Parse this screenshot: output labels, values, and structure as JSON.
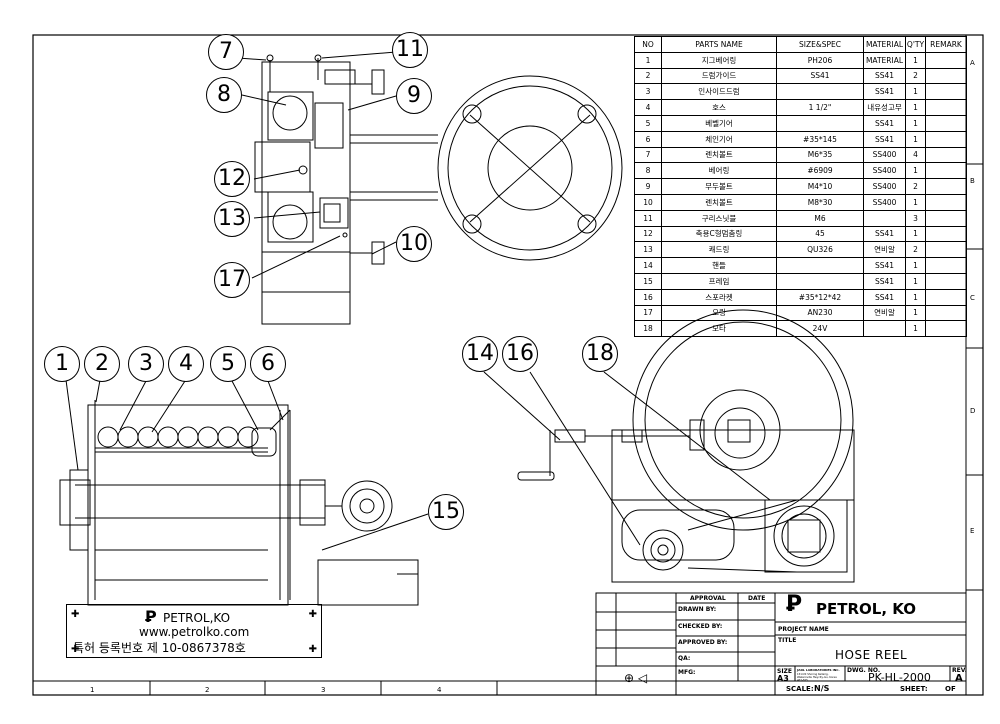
{
  "bom": {
    "headers": [
      "NO",
      "PARTS NAME",
      "SIZE&SPEC",
      "MATERIAL",
      "Q'TY",
      "REMARK"
    ],
    "rows": [
      [
        "1",
        "지그베어링",
        "PH206",
        "MATERIAL",
        "1",
        ""
      ],
      [
        "2",
        "드럼가이드",
        "SS41",
        "SS41",
        "2",
        ""
      ],
      [
        "3",
        "인사이드드럼",
        "",
        "SS41",
        "1",
        ""
      ],
      [
        "4",
        "호스",
        "1 1/2\"",
        "내유성고무",
        "1",
        ""
      ],
      [
        "5",
        "베벨기어",
        "",
        "SS41",
        "1",
        ""
      ],
      [
        "6",
        "체인기어",
        "#35*145",
        "SS41",
        "1",
        ""
      ],
      [
        "7",
        "렌치볼트",
        "M6*35",
        "SS400",
        "4",
        ""
      ],
      [
        "8",
        "베어링",
        "#6909",
        "SS400",
        "1",
        ""
      ],
      [
        "9",
        "무두볼트",
        "M4*10",
        "SS400",
        "2",
        ""
      ],
      [
        "10",
        "렌치볼트",
        "M8*30",
        "SS400",
        "1",
        ""
      ],
      [
        "11",
        "구리스닛블",
        "M6",
        "",
        "3",
        ""
      ],
      [
        "12",
        "축용C형멈춤링",
        "45",
        "SS41",
        "1",
        ""
      ],
      [
        "13",
        "쾌드링",
        "QU326",
        "연비알",
        "2",
        ""
      ],
      [
        "14",
        "핸들",
        "",
        "SS41",
        "1",
        ""
      ],
      [
        "15",
        "프레임",
        "",
        "SS41",
        "1",
        ""
      ],
      [
        "16",
        "스포라켓",
        "#35*12*42",
        "SS41",
        "1",
        ""
      ],
      [
        "17",
        "오링",
        "AN230",
        "연비알",
        "1",
        ""
      ],
      [
        "18",
        "모타",
        "24V",
        "",
        "1",
        ""
      ]
    ]
  },
  "zones": {
    "right": [
      "A",
      "B",
      "C",
      "D",
      "E"
    ],
    "bottom": [
      "1",
      "2",
      "3",
      "4"
    ]
  },
  "balloons": {
    "top": [
      "7",
      "11",
      "8",
      "9",
      "12",
      "13",
      "10",
      "17"
    ],
    "front": [
      "1",
      "2",
      "3",
      "4",
      "5",
      "6",
      "15"
    ],
    "side": [
      "14",
      "16",
      "18"
    ]
  },
  "plate": {
    "brand": "PETROL,KO",
    "url": "www.petrolko.com",
    "patent": "특허 등록번호 제 10-0867378호"
  },
  "title_block": {
    "col_approval": "APPROVAL",
    "col_date": "DATE",
    "drawn_by": "DRAWN BY:",
    "checked_by": "CHECKED BY:",
    "approved_by": "APPROVED BY:",
    "qa": "QA:",
    "mfg": "MFG:",
    "company": "PETROL, KO",
    "project_name": "PROJECT NAME",
    "title_label": "TITLE",
    "title": "HOSE REEL",
    "size_label": "SIZE",
    "size": "A3",
    "lab": "JADL LABORATORIES INC.",
    "address": "1514 N Shoring Kellerig, Wakeroville Hwycity-Gu, Korea 463-825",
    "dwg_label": "DWG. NO.",
    "dwg_no": "PK-HL-2000",
    "rev_label": "REV.",
    "rev": "A",
    "scale_label": "SCALE:",
    "scale": "N/S",
    "sheet_label": "SHEET:",
    "sheet_of": "OF"
  }
}
